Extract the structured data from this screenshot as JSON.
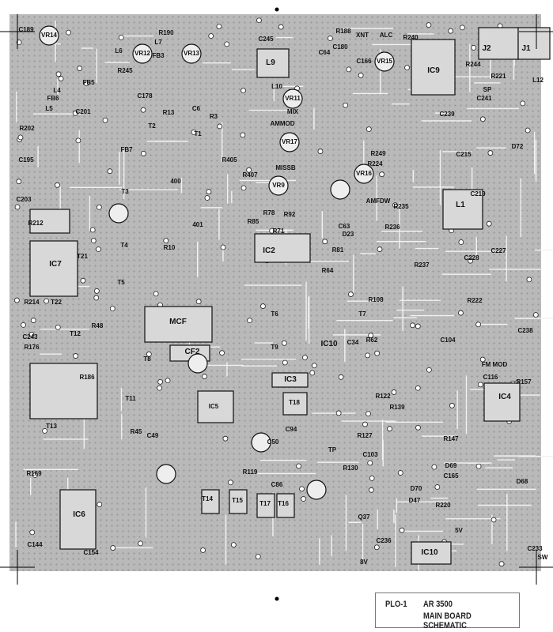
{
  "title_block": {
    "code": "PLO-1",
    "model": "AR 3500",
    "name": "MAIN BOARD SCHEMATIC"
  },
  "board_labels": [
    "J1",
    "J2",
    "IC9",
    "L9",
    "VR11",
    "VR14",
    "VR12",
    "VR13",
    "VR15",
    "VR17",
    "VR9",
    "VR16",
    "L1",
    "IC7",
    "MCF",
    "CF2",
    "T8",
    "T6",
    "T7",
    "T9",
    "IC10",
    "IC3",
    "T18",
    "IC5",
    "T11",
    "T13",
    "IC6",
    "T14",
    "T15",
    "T17",
    "T16",
    "IC4",
    "IC10",
    "IC2",
    "T2",
    "T3",
    "T4",
    "T5",
    "T12",
    "T22",
    "T21",
    "T1",
    "401",
    "400",
    "AMMOD",
    "MIX",
    "ALC",
    "XNT",
    "FM MOD",
    "MISSB",
    "AMFDW",
    "C189",
    "C245",
    "R190",
    "R240",
    "R188",
    "C233",
    "SW",
    "8V",
    "5V",
    "C144",
    "C154",
    "R169",
    "R176",
    "R186",
    "C243",
    "R214",
    "R212",
    "C203",
    "R202",
    "C195",
    "L4",
    "L5",
    "C201",
    "R13",
    "R3",
    "C6",
    "R405",
    "R407",
    "R235",
    "R236",
    "R224",
    "R249",
    "C215",
    "C219",
    "C228",
    "C227",
    "R237",
    "R222",
    "C238",
    "C104",
    "C116",
    "R157",
    "R147",
    "D68",
    "D47",
    "R130",
    "C86",
    "R119",
    "C94",
    "R127",
    "R122",
    "R139",
    "R108",
    "R64",
    "R62",
    "C34",
    "D23",
    "R81",
    "C63",
    "R71",
    "R92",
    "R85",
    "R78",
    "C64",
    "L10",
    "C180",
    "C166",
    "L12",
    "C241",
    "C239",
    "D72",
    "Q37",
    "C236",
    "C165",
    "D69",
    "D70",
    "R220",
    "R221",
    "SP",
    "R244",
    "R245",
    "L6",
    "L7",
    "FB3",
    "C178",
    "FB5",
    "FB6",
    "FB7",
    "R10",
    "R48",
    "R45",
    "C49",
    "C50",
    "TP",
    "C103"
  ]
}
